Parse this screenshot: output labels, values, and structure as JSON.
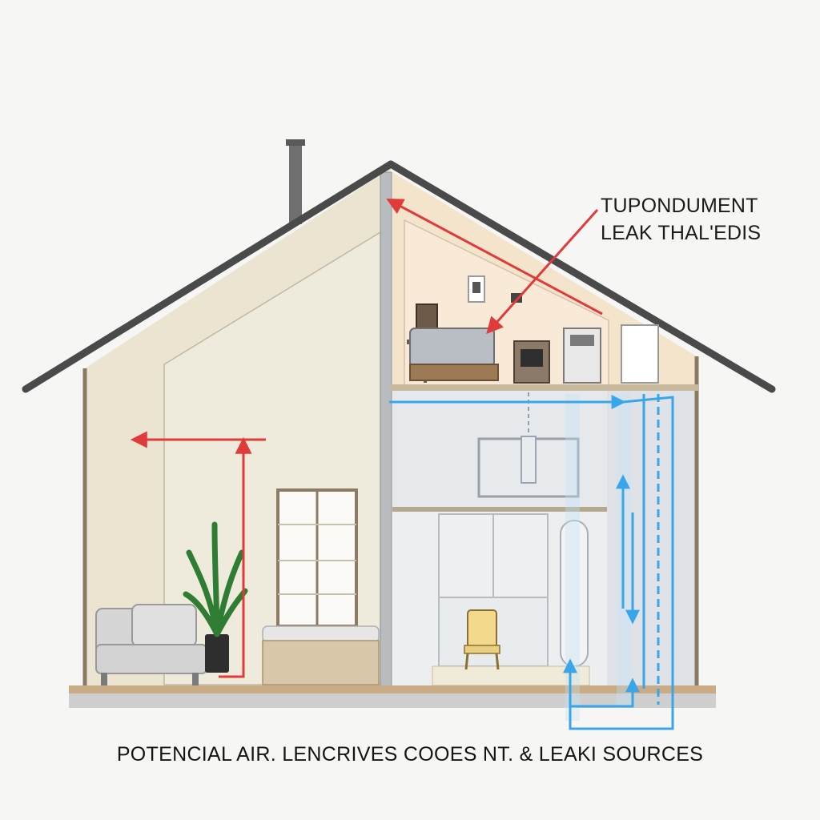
{
  "annotation": {
    "lines": [
      "TUPONDUMENT",
      "LEAK THAL'EDIS"
    ]
  },
  "caption": "POTENCIAL AIR. LENCRIVES COOES NT. & LEAKI SOURCES",
  "colors": {
    "leak_arrow": "#e03a3a",
    "air_flow": "#3aa6ea",
    "roof": "#4a4a4a",
    "wall_left": "#ebe4d0",
    "wall_inner": "#eeeadc",
    "attic": "#f4e4cc",
    "floor": "#c9ab86"
  },
  "icons": [
    "chimney-icon",
    "plant-icon",
    "sofa-icon",
    "bench-icon",
    "window-icon",
    "chair-icon",
    "picture-frame-icon",
    "washer-icon",
    "cabinet-icon",
    "lamp-icon",
    "tv-icon"
  ]
}
